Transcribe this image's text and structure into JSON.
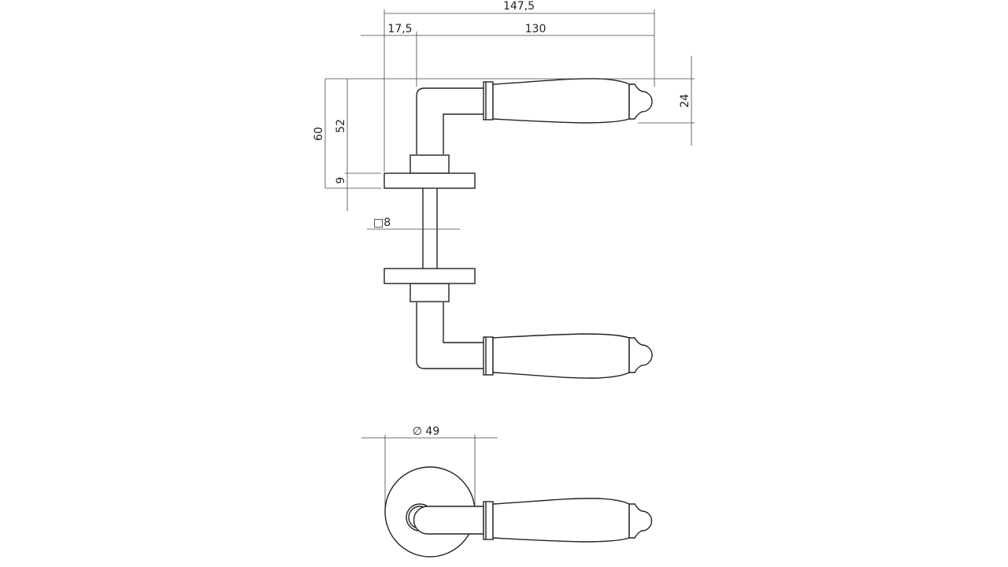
{
  "dimensions": {
    "overall_length": "147,5",
    "offset": "17,5",
    "lever_length": "130",
    "total_height": "60",
    "height_to_top": "52",
    "rose_thickness": "9",
    "grip_height": "24",
    "spindle": "□8",
    "rose_diameter": "∅ 49"
  },
  "colors": {
    "line": "#222222",
    "background": "#ffffff"
  }
}
